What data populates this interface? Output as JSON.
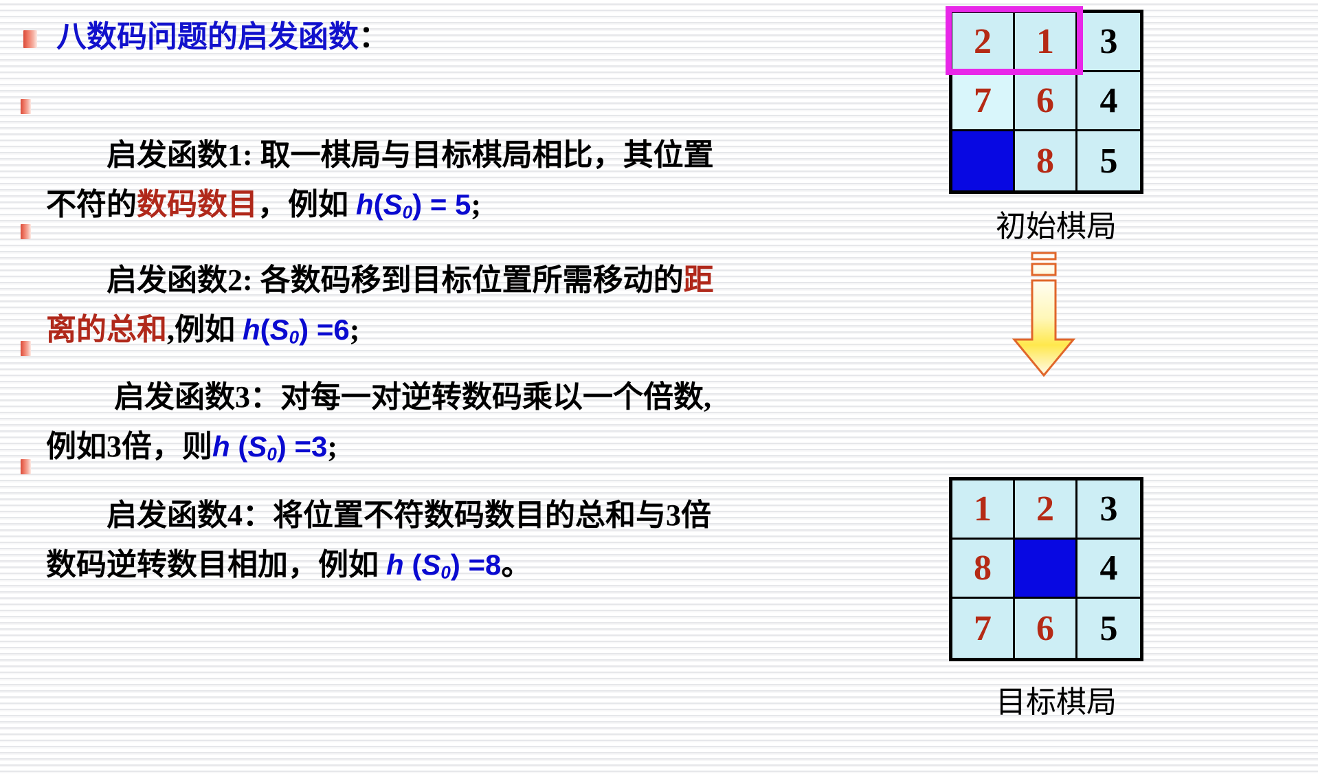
{
  "slide": {
    "title": {
      "text": "八数码问题的启发函数",
      "colon": "：",
      "color": "#1111cc",
      "bullet_icon": "red-square-bullet"
    },
    "bullets": [
      {
        "id": "h1",
        "segments": [
          {
            "text": "启发函数1: 取一棋局与目标棋局相比，其位置不符的",
            "style": "plain"
          },
          {
            "text": "数码数目",
            "style": "red"
          },
          {
            "text": "，例如 ",
            "style": "plain"
          },
          {
            "text": "h(S0) = 5",
            "style": "formula",
            "fn": "h",
            "arg": "S",
            "sub": "0",
            "op": " = ",
            "value": "5"
          },
          {
            "text": ";",
            "style": "plain"
          }
        ]
      },
      {
        "id": "h2",
        "segments": [
          {
            "text": "启发函数2: 各数码移到目标位置所需移动的",
            "style": "plain"
          },
          {
            "text": "距离的总和",
            "style": "red"
          },
          {
            "text": ",例如 ",
            "style": "plain"
          },
          {
            "text": "h(S0) =6",
            "style": "formula",
            "fn": "h",
            "arg": "S",
            "sub": "0",
            "op": " =",
            "value": "6"
          },
          {
            "text": ";",
            "style": "plain"
          }
        ]
      },
      {
        "id": "h3",
        "segments": [
          {
            "text": " 启发函数3：对每一对逆转数码乘以一个倍数, 例如3倍，则",
            "style": "plain"
          },
          {
            "text": "h (S0) =3",
            "style": "formula",
            "fn": "h ",
            "arg": "S",
            "sub": "0",
            "op": " =",
            "value": "3"
          },
          {
            "text": ";",
            "style": "plain"
          }
        ]
      },
      {
        "id": "h4",
        "segments": [
          {
            "text": "启发函数4：将位置不符数码数目的总和与3倍数码逆转数目相加，例如 ",
            "style": "plain"
          },
          {
            "text": "h (S0) =8",
            "style": "formula",
            "fn": "h ",
            "arg": "S",
            "sub": "0",
            "op": " =",
            "value": "8"
          },
          {
            "text": "。",
            "style": "plain"
          }
        ]
      }
    ],
    "puzzles": {
      "initial": {
        "label": "初始棋局",
        "cells": [
          {
            "value": "2",
            "color": "red"
          },
          {
            "value": "1",
            "color": "red"
          },
          {
            "value": "3",
            "color": "black"
          },
          {
            "value": "7",
            "color": "red"
          },
          {
            "value": "6",
            "color": "red"
          },
          {
            "value": "4",
            "color": "black"
          },
          {
            "value": "",
            "color": "blank"
          },
          {
            "value": "8",
            "color": "red"
          },
          {
            "value": "5",
            "color": "black"
          }
        ],
        "highlight": {
          "cells": [
            "2",
            "1"
          ],
          "color": "#e827e8"
        }
      },
      "goal": {
        "label": "目标棋局",
        "cells": [
          {
            "value": "1",
            "color": "red"
          },
          {
            "value": "2",
            "color": "red"
          },
          {
            "value": "3",
            "color": "black"
          },
          {
            "value": "8",
            "color": "red"
          },
          {
            "value": "",
            "color": "blank"
          },
          {
            "value": "4",
            "color": "black"
          },
          {
            "value": "7",
            "color": "red"
          },
          {
            "value": "6",
            "color": "red"
          },
          {
            "value": "5",
            "color": "black"
          }
        ]
      },
      "arrow": {
        "icon": "down-arrow-icon",
        "direction": "down",
        "color": "#ffe84d"
      }
    },
    "colors": {
      "title_blue": "#1111cc",
      "formula_blue": "#0a0ad0",
      "highlight_red": "#b0281a",
      "cell_red": "#b52a15",
      "cell_fill": "#cdeef5",
      "blank_fill": "#0808e2",
      "magenta": "#e827e8",
      "arrow_yellow": "#ffe84d",
      "arrow_border": "#e0662a"
    }
  }
}
